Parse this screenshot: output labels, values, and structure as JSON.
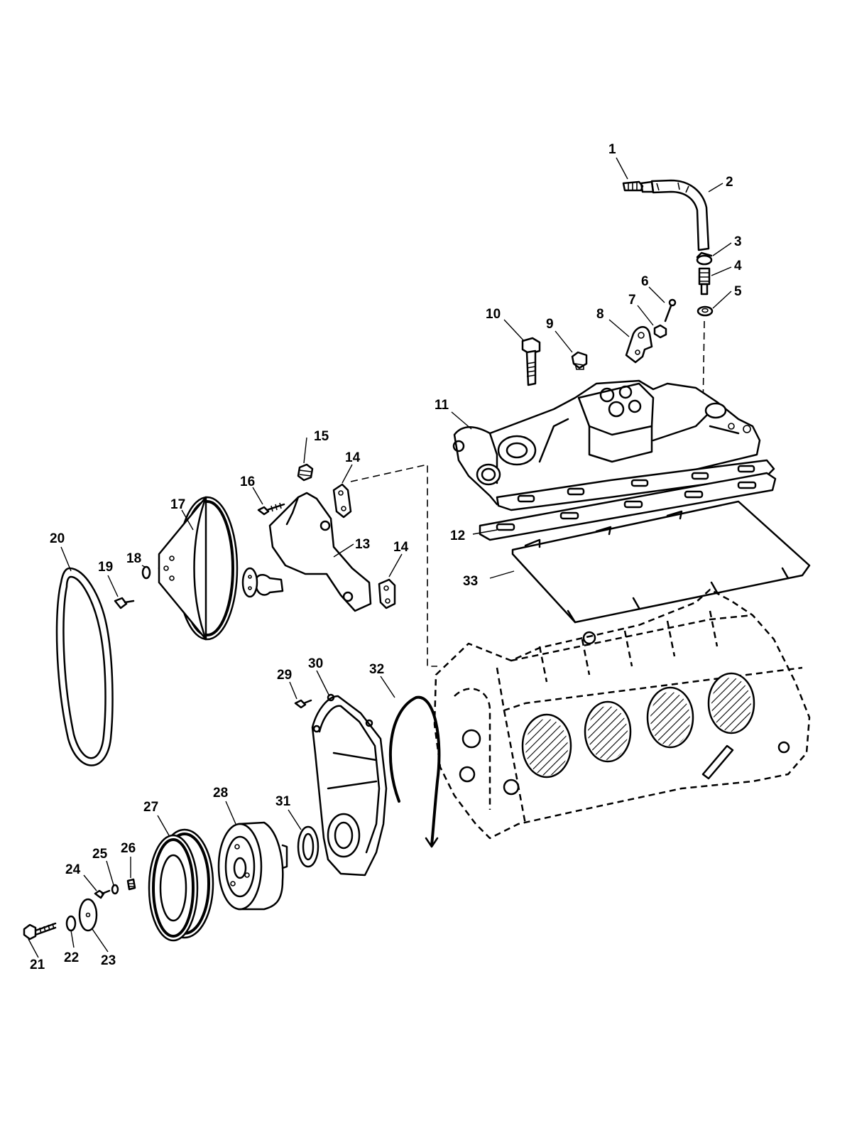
{
  "diagram": {
    "callouts": [
      {
        "id": "1",
        "label": "1"
      },
      {
        "id": "2",
        "label": "2"
      },
      {
        "id": "3",
        "label": "3"
      },
      {
        "id": "4",
        "label": "4"
      },
      {
        "id": "5",
        "label": "5"
      },
      {
        "id": "6",
        "label": "6"
      },
      {
        "id": "7",
        "label": "7"
      },
      {
        "id": "8",
        "label": "8"
      },
      {
        "id": "9",
        "label": "9"
      },
      {
        "id": "10",
        "label": "10"
      },
      {
        "id": "11",
        "label": "11"
      },
      {
        "id": "12",
        "label": "12"
      },
      {
        "id": "13",
        "label": "13"
      },
      {
        "id": "14a",
        "label": "14"
      },
      {
        "id": "14b",
        "label": "14"
      },
      {
        "id": "15",
        "label": "15"
      },
      {
        "id": "16",
        "label": "16"
      },
      {
        "id": "17",
        "label": "17"
      },
      {
        "id": "18",
        "label": "18"
      },
      {
        "id": "19",
        "label": "19"
      },
      {
        "id": "20",
        "label": "20"
      },
      {
        "id": "21",
        "label": "21"
      },
      {
        "id": "22",
        "label": "22"
      },
      {
        "id": "23",
        "label": "23"
      },
      {
        "id": "24",
        "label": "24"
      },
      {
        "id": "25",
        "label": "25"
      },
      {
        "id": "26",
        "label": "26"
      },
      {
        "id": "27",
        "label": "27"
      },
      {
        "id": "28",
        "label": "28"
      },
      {
        "id": "29",
        "label": "29"
      },
      {
        "id": "30",
        "label": "30"
      },
      {
        "id": "31",
        "label": "31"
      },
      {
        "id": "32",
        "label": "32"
      },
      {
        "id": "33",
        "label": "33"
      }
    ]
  }
}
